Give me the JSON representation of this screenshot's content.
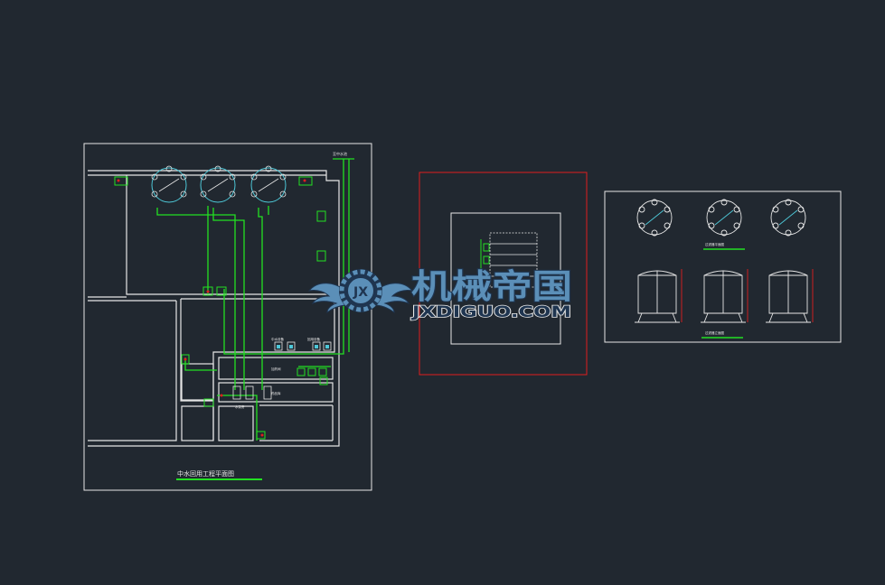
{
  "drawing": {
    "title_block": "中水回用工程平面图",
    "labels": {
      "top_right_pipe": "至中水池",
      "floor_left": "药品库",
      "floor_center": "加药间",
      "pump_room": "水泵房",
      "equipment_a": "中水设备",
      "equipment_b": "回用设备",
      "detail_label_1": "过滤器平面图",
      "detail_label_2": "过滤器立面图"
    }
  },
  "watermark": {
    "brand_cn": "机械帝国",
    "brand_en": "JXDIGUO.COM",
    "logo_letters": "JX"
  },
  "colors": {
    "background": "#212830",
    "line_white": "#e6e6e6",
    "line_green": "#22e022",
    "line_red": "#e01e1e",
    "line_cyan": "#4ec8d8",
    "watermark_blue": "#5b8fb8",
    "watermark_dark": "#1f3550"
  }
}
